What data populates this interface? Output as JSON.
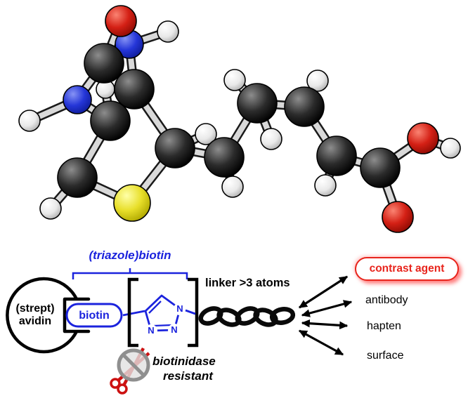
{
  "schematic": {
    "triazole_biotin_label": "(triazole)biotin",
    "avidin_line1": "(strept)",
    "avidin_line2": "avidin",
    "biotin_label": "biotin",
    "linker_label": "linker >3 atoms",
    "biotinidase_line1": "biotinidase",
    "biotinidase_line2": "resistant",
    "triazole_n1": "N",
    "triazole_n2": "N",
    "triazole_n3": "N",
    "targets": [
      "contrast agent",
      "antibody",
      "hapten",
      "surface"
    ],
    "colors": {
      "blue": "#1b23dd",
      "red": "#e8241c",
      "gray": "#8f8f8f",
      "black": "#000000"
    }
  },
  "molecule": {
    "name": "biotin (ball-and-stick model)",
    "element_colors": {
      "C": "#1c1c1c",
      "H": "#f2f2f2",
      "N": "#2536d8",
      "O": "#d42015",
      "S": "#e8df2a"
    },
    "atoms": [
      [
        "H",
        42,
        172,
        15
      ],
      [
        "N",
        110,
        142,
        20
      ],
      [
        "H",
        150,
        127,
        13
      ],
      [
        "C",
        157,
        172,
        28
      ],
      [
        "N",
        184,
        63,
        20
      ],
      [
        "H",
        239,
        45,
        15
      ],
      [
        "O",
        172,
        30,
        22
      ],
      [
        "C",
        148,
        90,
        28
      ],
      [
        "C",
        191,
        127,
        28
      ],
      [
        "C",
        110,
        253,
        28
      ],
      [
        "H",
        72,
        297,
        15
      ],
      [
        "S",
        188,
        289,
        26
      ],
      [
        "H",
        293,
        191,
        15
      ],
      [
        "C",
        249,
        211,
        28
      ],
      [
        "H",
        331,
        266,
        15
      ],
      [
        "C",
        319,
        224,
        28
      ],
      [
        "H",
        334,
        114,
        15
      ],
      [
        "C",
        366,
        147,
        28
      ],
      [
        "H",
        452,
        115,
        15
      ],
      [
        "C",
        433,
        152,
        28
      ],
      [
        "H",
        463,
        264,
        15
      ],
      [
        "C",
        479,
        222,
        28
      ],
      [
        "C",
        541,
        239,
        28
      ],
      [
        "O",
        566,
        309,
        22
      ],
      [
        "O",
        602,
        197,
        22
      ],
      [
        "H",
        641,
        211,
        14
      ],
      [
        "H",
        386,
        198,
        15
      ]
    ],
    "bonds": [
      [
        7,
        6
      ],
      [
        7,
        4
      ],
      [
        4,
        5
      ],
      [
        7,
        1
      ],
      [
        1,
        0
      ],
      [
        4,
        8
      ],
      [
        1,
        3
      ],
      [
        8,
        3
      ],
      [
        3,
        2
      ],
      [
        3,
        9
      ],
      [
        9,
        10
      ],
      [
        9,
        11
      ],
      [
        11,
        13
      ],
      [
        8,
        13
      ],
      [
        13,
        12
      ],
      [
        13,
        15
      ],
      [
        15,
        14
      ],
      [
        15,
        17
      ],
      [
        17,
        16
      ],
      [
        17,
        26
      ],
      [
        17,
        19
      ],
      [
        19,
        18
      ],
      [
        19,
        21
      ],
      [
        21,
        20
      ],
      [
        21,
        22
      ],
      [
        22,
        23
      ],
      [
        22,
        24
      ],
      [
        24,
        25
      ]
    ]
  }
}
